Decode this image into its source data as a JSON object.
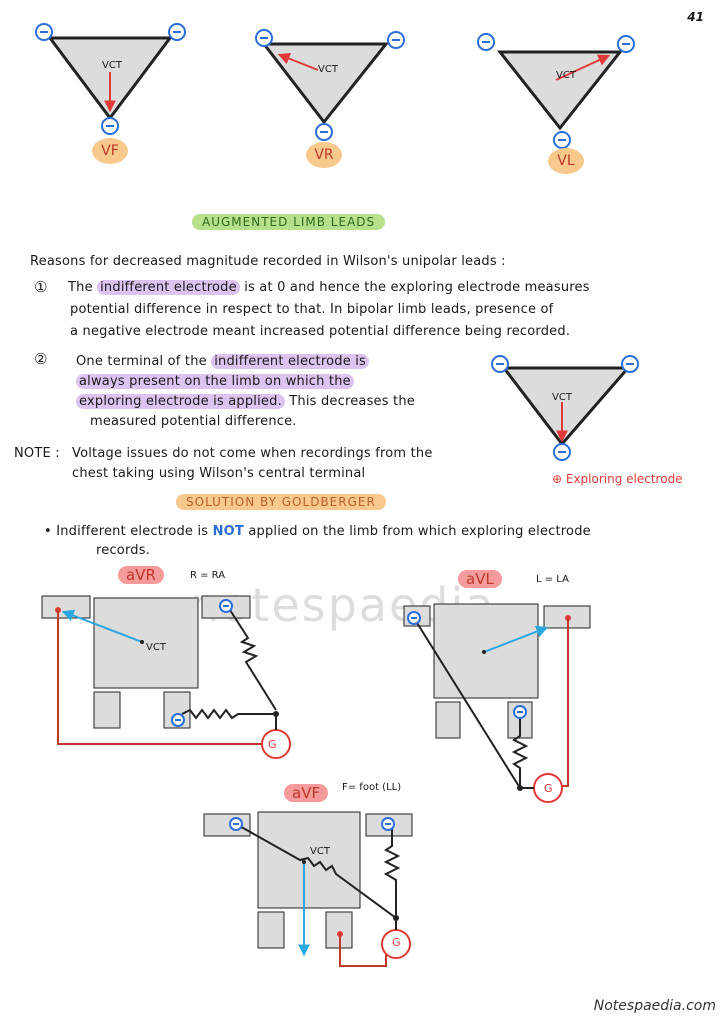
{
  "page_number": "41",
  "leads": [
    "VF",
    "VR",
    "VL"
  ],
  "vct": "VCT",
  "neg": "⊖",
  "heading_augmented": "AUGMENTED LIMB LEADS",
  "reasons_title": "Reasons for decreased magnitude recorded in Wilson's unipolar leads :",
  "point1_num": "①",
  "point1_a": "The",
  "point1_hl": "indifferent electrode",
  "point1_b": "is at 0 and hence the exploring electrode measures",
  "point1_line2": "potential difference in respect to that. In bipolar limb leads, presence of",
  "point1_line3": "a negative electrode meant increased potential difference being recorded.",
  "point2_num": "②",
  "point2_a": "One terminal of the",
  "point2_hl1": "indifferent electrode is",
  "point2_hl2": "always present on the limb on which the",
  "point2_hl3": "exploring electrode is applied.",
  "point2_b": "This decreases the",
  "point2_line4": "measured potential difference.",
  "note_label": "NOTE :",
  "note_line1": "Voltage issues do not come when recordings from the",
  "note_line2": "chest taking using Wilson's central terminal",
  "exploring_label": "⊕ Exploring electrode",
  "heading_solution": "SOLUTION BY GOLDBERGER",
  "bullet_a": "Indifferent electrode is",
  "bullet_not": "NOT",
  "bullet_b": "applied on the limb from which exploring electrode",
  "bullet_line2": "records.",
  "avr_label": "aVR",
  "avr_note": "R = RA",
  "avl_label": "aVL",
  "avl_note": "L = LA",
  "avf_label": "aVF",
  "avf_note": "F= foot (LL)",
  "g": "G",
  "watermark": "notespaedia",
  "brand": "Notespaedia.com",
  "colors": {
    "red": "#e23a3a",
    "blue": "#2aa7e0",
    "pill_green": "#b6e08a",
    "pill_orange": "#f8c98c",
    "highlight": "#dcc3f0"
  }
}
